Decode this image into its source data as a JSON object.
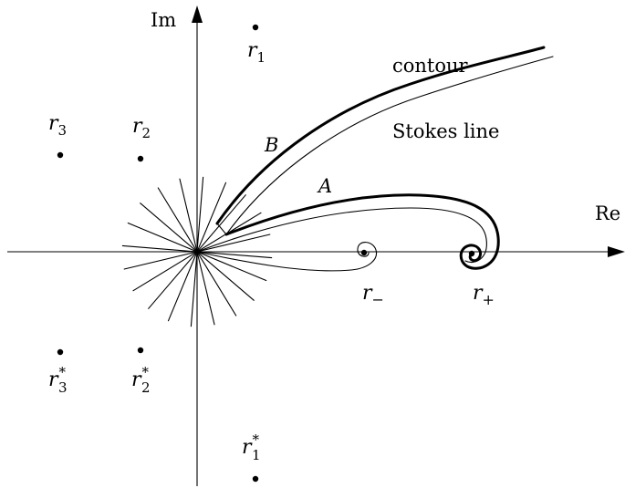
{
  "axes": {
    "real_label": "Re",
    "imag_label": "Im"
  },
  "curves": {
    "contour_label": "contour",
    "stokes_label": "Stokes line",
    "branch_a_label": "A",
    "branch_b_label": "B"
  },
  "roots": {
    "r1": {
      "base": "r",
      "sub": "1",
      "sup": ""
    },
    "r2": {
      "base": "r",
      "sub": "2",
      "sup": ""
    },
    "r3": {
      "base": "r",
      "sub": "3",
      "sup": ""
    },
    "r1_conj": {
      "base": "r",
      "sub": "1",
      "sup": "*"
    },
    "r2_conj": {
      "base": "r",
      "sub": "2",
      "sup": "*"
    },
    "r3_conj": {
      "base": "r",
      "sub": "3",
      "sup": "*"
    },
    "r_minus": {
      "base": "r",
      "sub": "−",
      "sup": ""
    },
    "r_plus": {
      "base": "r",
      "sub": "+",
      "sup": ""
    }
  },
  "colors": {
    "ink": "#000000",
    "background": "#ffffff"
  }
}
